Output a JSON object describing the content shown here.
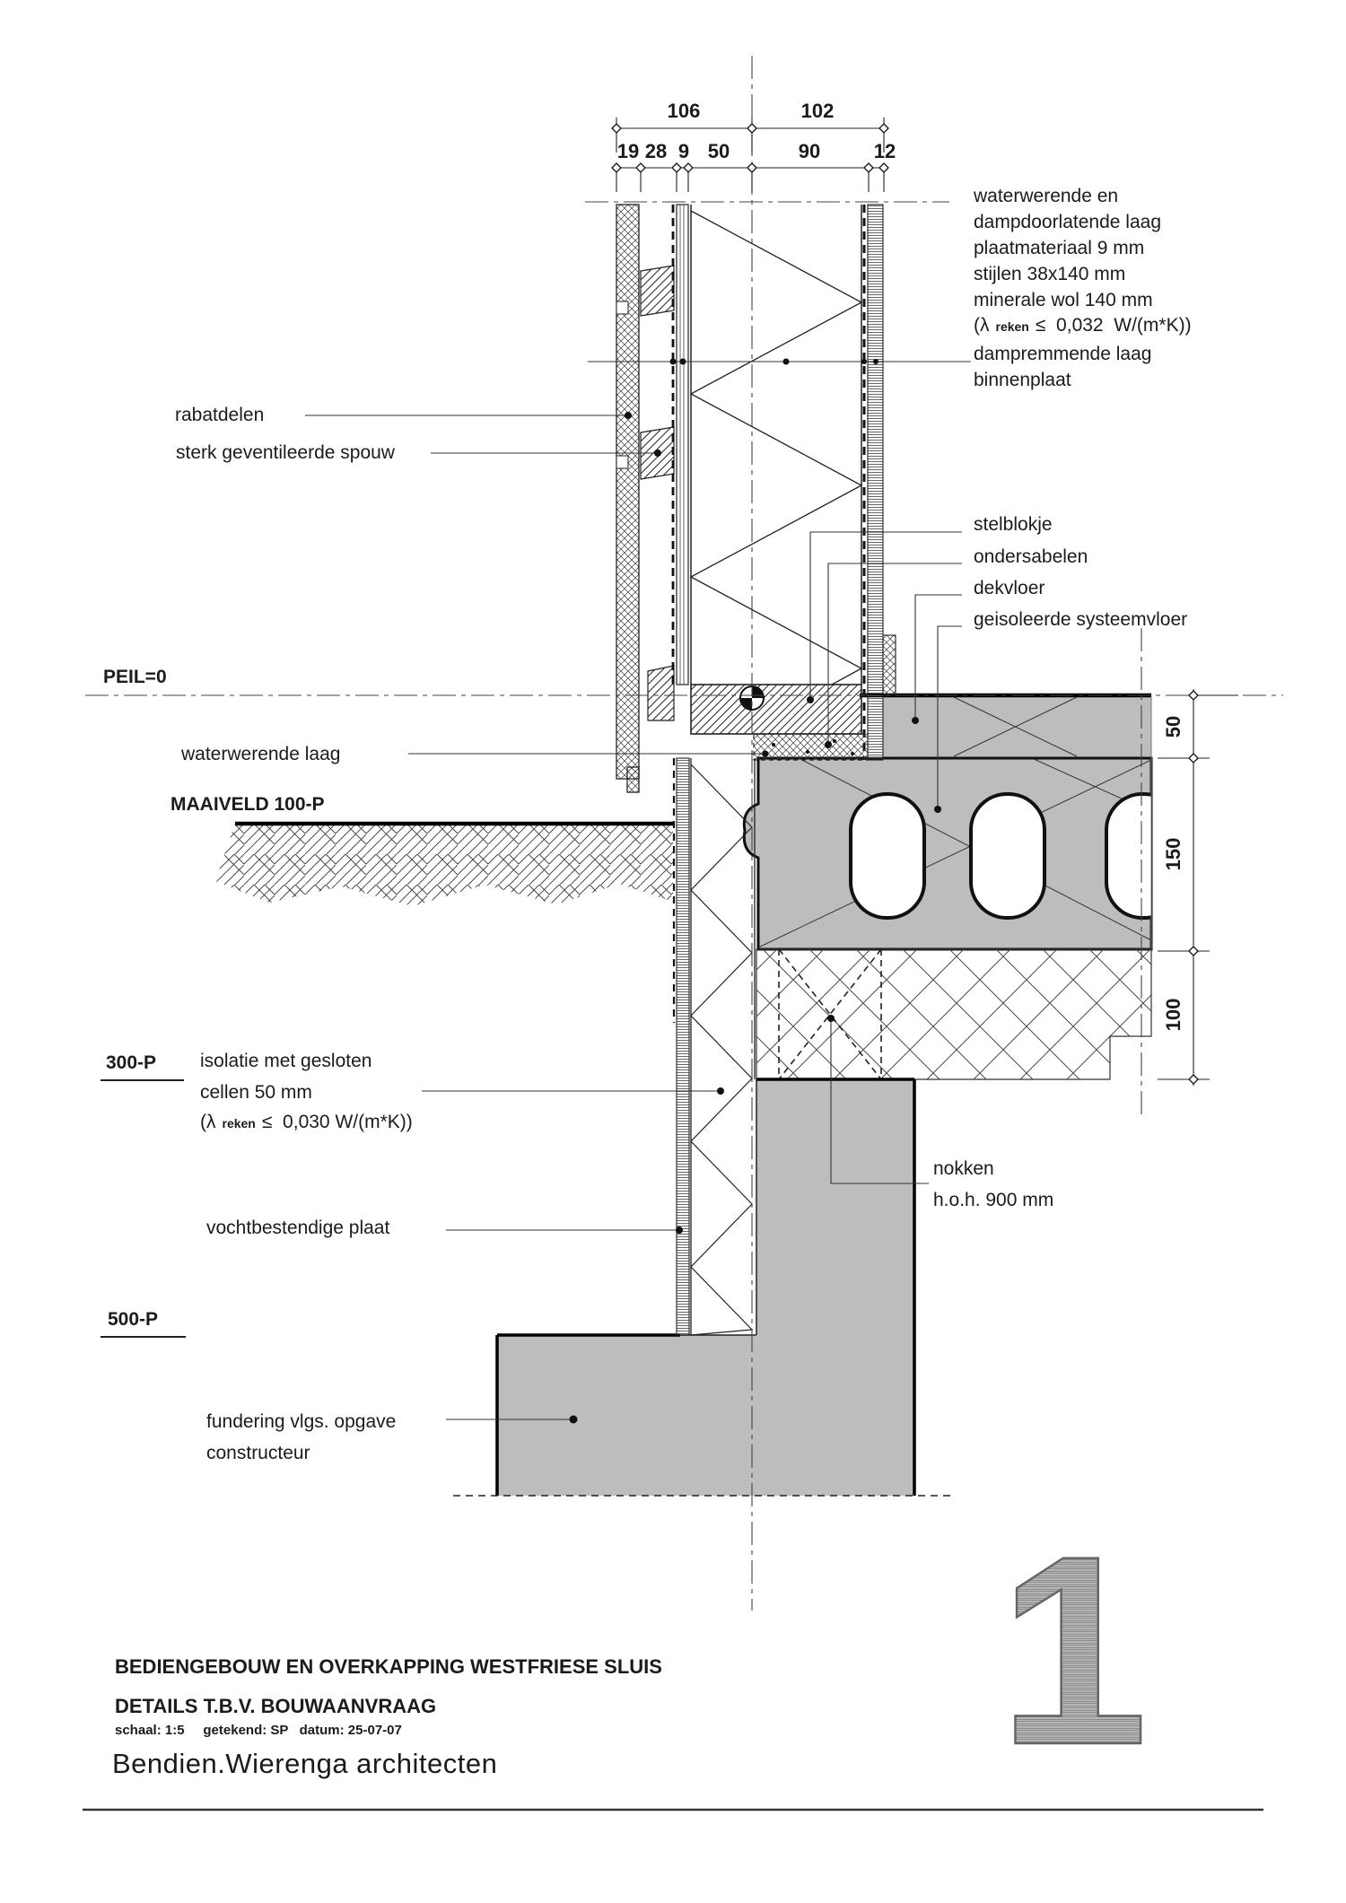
{
  "colors": {
    "line": "#1f1f1f",
    "concrete_gray": "#b9b9b9",
    "dim_marker_fill": "#ffffff"
  },
  "dimensions": {
    "top_primary": [
      "106",
      "102"
    ],
    "top_secondary": [
      "19",
      "28",
      "9",
      "50",
      "90",
      "12"
    ],
    "right_vertical": [
      "50",
      "150",
      "100"
    ]
  },
  "annotations": {
    "wall_stack": [
      "waterwerende en",
      "dampdoorlatende laag",
      "plaatmateriaal 9 mm",
      "stijlen 38x140 mm",
      "minerale wol 140 mm"
    ],
    "wall_lambda": {
      "open": "(λ",
      "sub": "reken",
      "rest": "≤  0,032  W/(m*K))"
    },
    "wall_stack_tail": [
      "dampremmende laag",
      "binnenplaat"
    ],
    "rabatdelen": "rabatdelen",
    "spouw": "sterk geventileerde spouw",
    "waterwerende_laag": "waterwerende laag",
    "floor_labels": [
      "stelblokje",
      "ondersabelen",
      "dekvloer",
      "geisoleerde systeemvloer"
    ],
    "isolatie_lines": [
      "isolatie met gesloten",
      "cellen 50 mm"
    ],
    "isolatie_lambda": {
      "open": "(λ",
      "sub": "reken",
      "rest": "≤  0,030 W/(m*K))"
    },
    "nokken_lines": [
      "nokken",
      "h.o.h. 900 mm"
    ],
    "vochtplaat": "vochtbestendige plaat",
    "fundering_lines": [
      "fundering vlgs. opgave",
      "constructeur"
    ]
  },
  "levels": {
    "peil": "PEIL=0",
    "maaiveld": "MAAIVELD 100-P",
    "p300": "300-P",
    "p500": "500-P"
  },
  "titleblock": {
    "project": "BEDIENGEBOUW EN OVERKAPPING WESTFRIESE SLUIS",
    "subtitle": "DETAILS T.B.V. BOUWAANVRAAG",
    "meta": "schaal: 1:5     getekend: SP   datum: 25-07-07",
    "firm": "Bendien.Wierenga architecten",
    "sheet_number": "1"
  }
}
